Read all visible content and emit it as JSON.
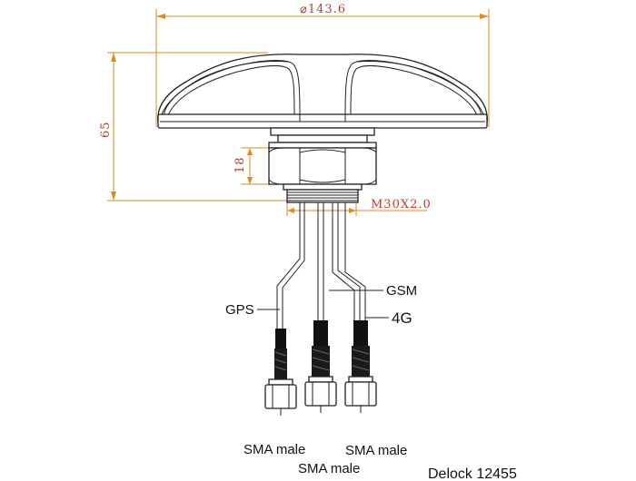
{
  "dimensions": {
    "diameter": "⌀143.6",
    "height": "65",
    "nut_height": "18",
    "thread": "M30X2.0"
  },
  "cables": {
    "gps": "GPS",
    "gsm": "GSM",
    "lte": "4G"
  },
  "connectors": {
    "left": "SMA male",
    "center": "SMA male",
    "right": "SMA male"
  },
  "caption": "Delock 12455",
  "colors": {
    "dimension_text": "#c0392b",
    "dimension_line": "#e08a1e",
    "outline": "#222222"
  }
}
